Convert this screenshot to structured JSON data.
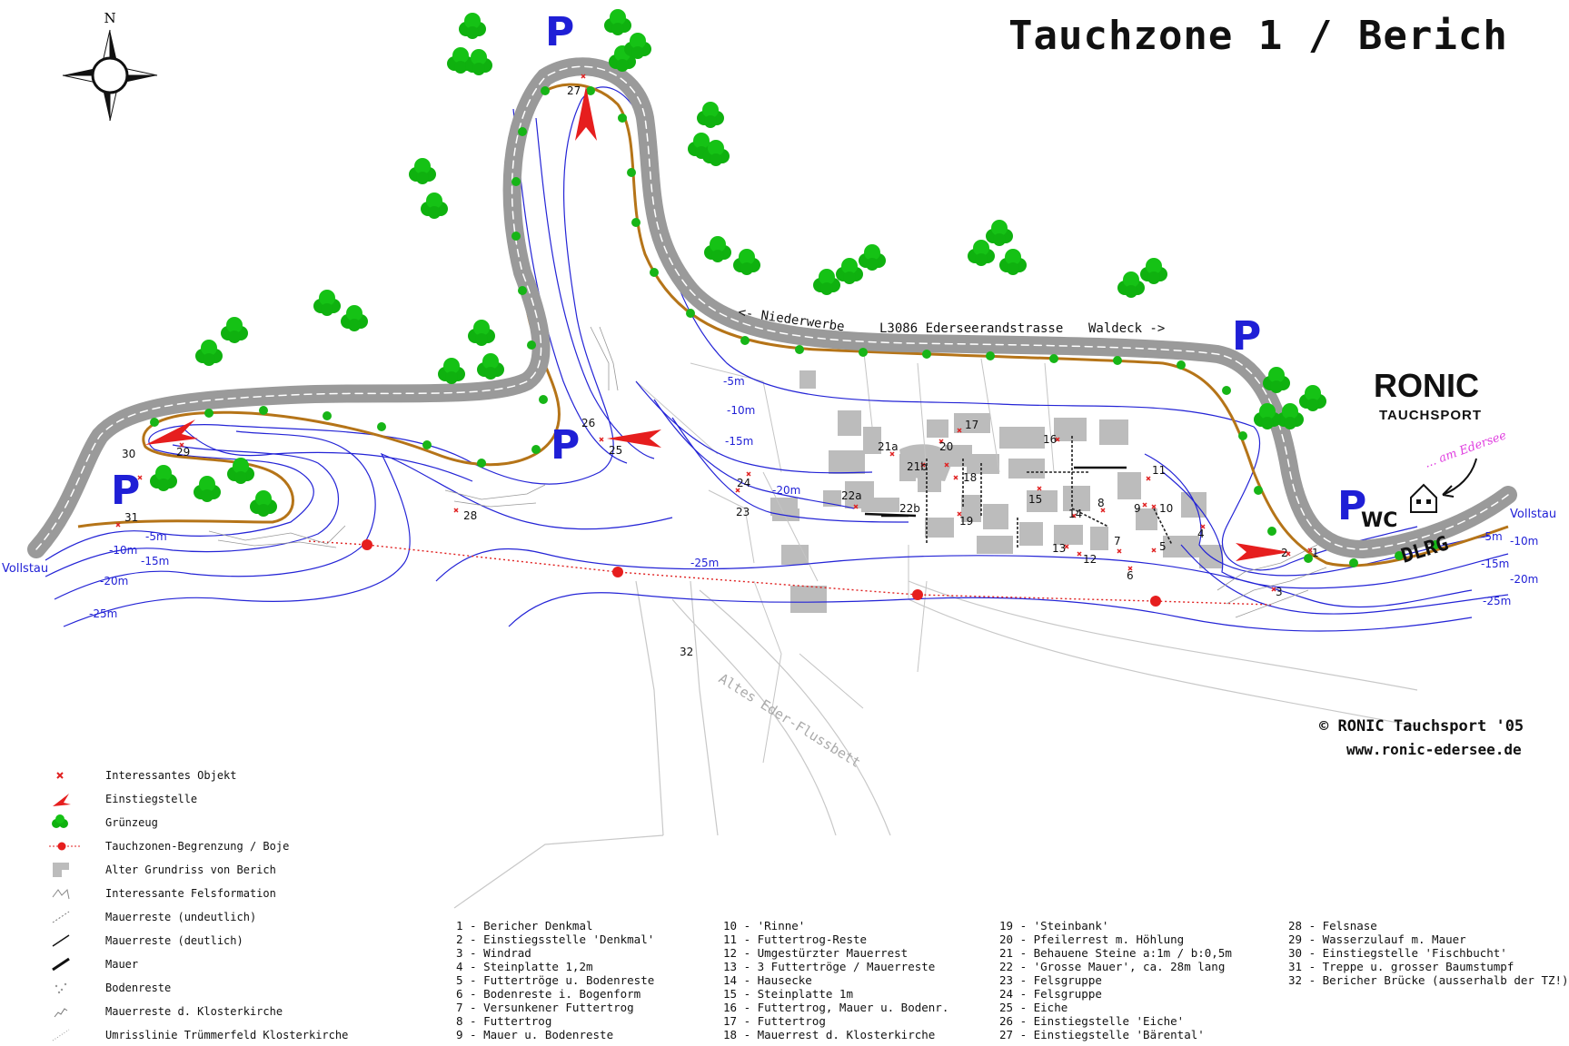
{
  "title": "Tauchzone 1 / Berich",
  "north_label": "N",
  "branding": {
    "name": "RONIC",
    "subtitle": "TAUCHSPORT",
    "tagline": "... am Edersee",
    "copyright": "© RONIC Tauchsport '05",
    "url": "www.ronic-edersee.de"
  },
  "road": {
    "left_label": "<- Niederwerbe",
    "center_label": "L3086 Ederseerandstrasse",
    "right_label": "Waldeck ->"
  },
  "map_labels": {
    "parking": "P",
    "wc": "WC",
    "dlrg": "DLRG",
    "vollstau": "Vollstau",
    "river": "Altes Eder-Flussbett",
    "depths": [
      "-5m",
      "-10m",
      "-15m",
      "-20m",
      "-25m"
    ]
  },
  "points": [
    "1",
    "2",
    "3",
    "4",
    "5",
    "6",
    "7",
    "8",
    "9",
    "10",
    "11",
    "12",
    "13",
    "14",
    "15",
    "16",
    "17",
    "18",
    "19",
    "20",
    "21a",
    "21b",
    "22a",
    "22b",
    "23",
    "24",
    "25",
    "26",
    "27",
    "28",
    "29",
    "30",
    "31",
    "32"
  ],
  "legend": [
    {
      "icon": "red-x-icon",
      "label": "Interessantes Objekt"
    },
    {
      "icon": "red-arrow-icon",
      "label": "Einstiegstelle"
    },
    {
      "icon": "tree-icon",
      "label": "Grünzeug"
    },
    {
      "icon": "buoy-line-icon",
      "label": "Tauchzonen-Begrenzung / Boje"
    },
    {
      "icon": "ground-plan-icon",
      "label": "Alter Grundriss von Berich"
    },
    {
      "icon": "rock-icon",
      "label": "Interessante Felsformation"
    },
    {
      "icon": "thin-dashed-line-icon",
      "label": "Mauerreste (undeutlich)"
    },
    {
      "icon": "line-icon",
      "label": "Mauerreste (deutlich)"
    },
    {
      "icon": "thick-line-icon",
      "label": "Mauer"
    },
    {
      "icon": "dots-icon",
      "label": "Bodenreste"
    },
    {
      "icon": "church-wall-icon",
      "label": "Mauerreste d. Klosterkirche"
    },
    {
      "icon": "outline-icon",
      "label": "Umrisslinie Trümmerfeld Klosterkirche"
    }
  ],
  "objects": [
    [
      "1 - Bericher Denkmal",
      "2 - Einstiegsstelle 'Denkmal'",
      "3 - Windrad",
      "4 - Steinplatte 1,2m",
      "5 - Futtertröge u. Bodenreste",
      "6 - Bodenreste i. Bogenform",
      "7 - Versunkener Futtertrog",
      "8 - Futtertrog",
      "9 - Mauer u. Bodenreste"
    ],
    [
      "10 - 'Rinne'",
      "11 - Futtertrog-Reste",
      "12 - Umgestürzter Mauerrest",
      "13 - 3 Futtertröge / Mauerreste",
      "14 - Hausecke",
      "15 - Steinplatte 1m",
      "16 - Futtertrog, Mauer u. Bodenr.",
      "17 - Futtertrog",
      "18 - Mauerrest d. Klosterkirche"
    ],
    [
      "19 - 'Steinbank'",
      "20 - Pfeilerrest m. Höhlung",
      "21 - Behauene Steine a:1m / b:0,5m",
      "22 - 'Grosse Mauer', ca. 28m lang",
      "23 - Felsgruppe",
      "24 - Felsgruppe",
      "25 - Eiche",
      "26 - Einstiegstelle 'Eiche'",
      "27 - Einstiegstelle 'Bärental'"
    ],
    [
      "28 - Felsnase",
      "29 - Wasserzulauf m. Mauer",
      "30 - Einstiegstelle 'Fischbucht'",
      "31 - Treppe u. grosser Baumstumpf",
      "32 - Bericher Brücke (ausserhalb der TZ!)"
    ]
  ]
}
